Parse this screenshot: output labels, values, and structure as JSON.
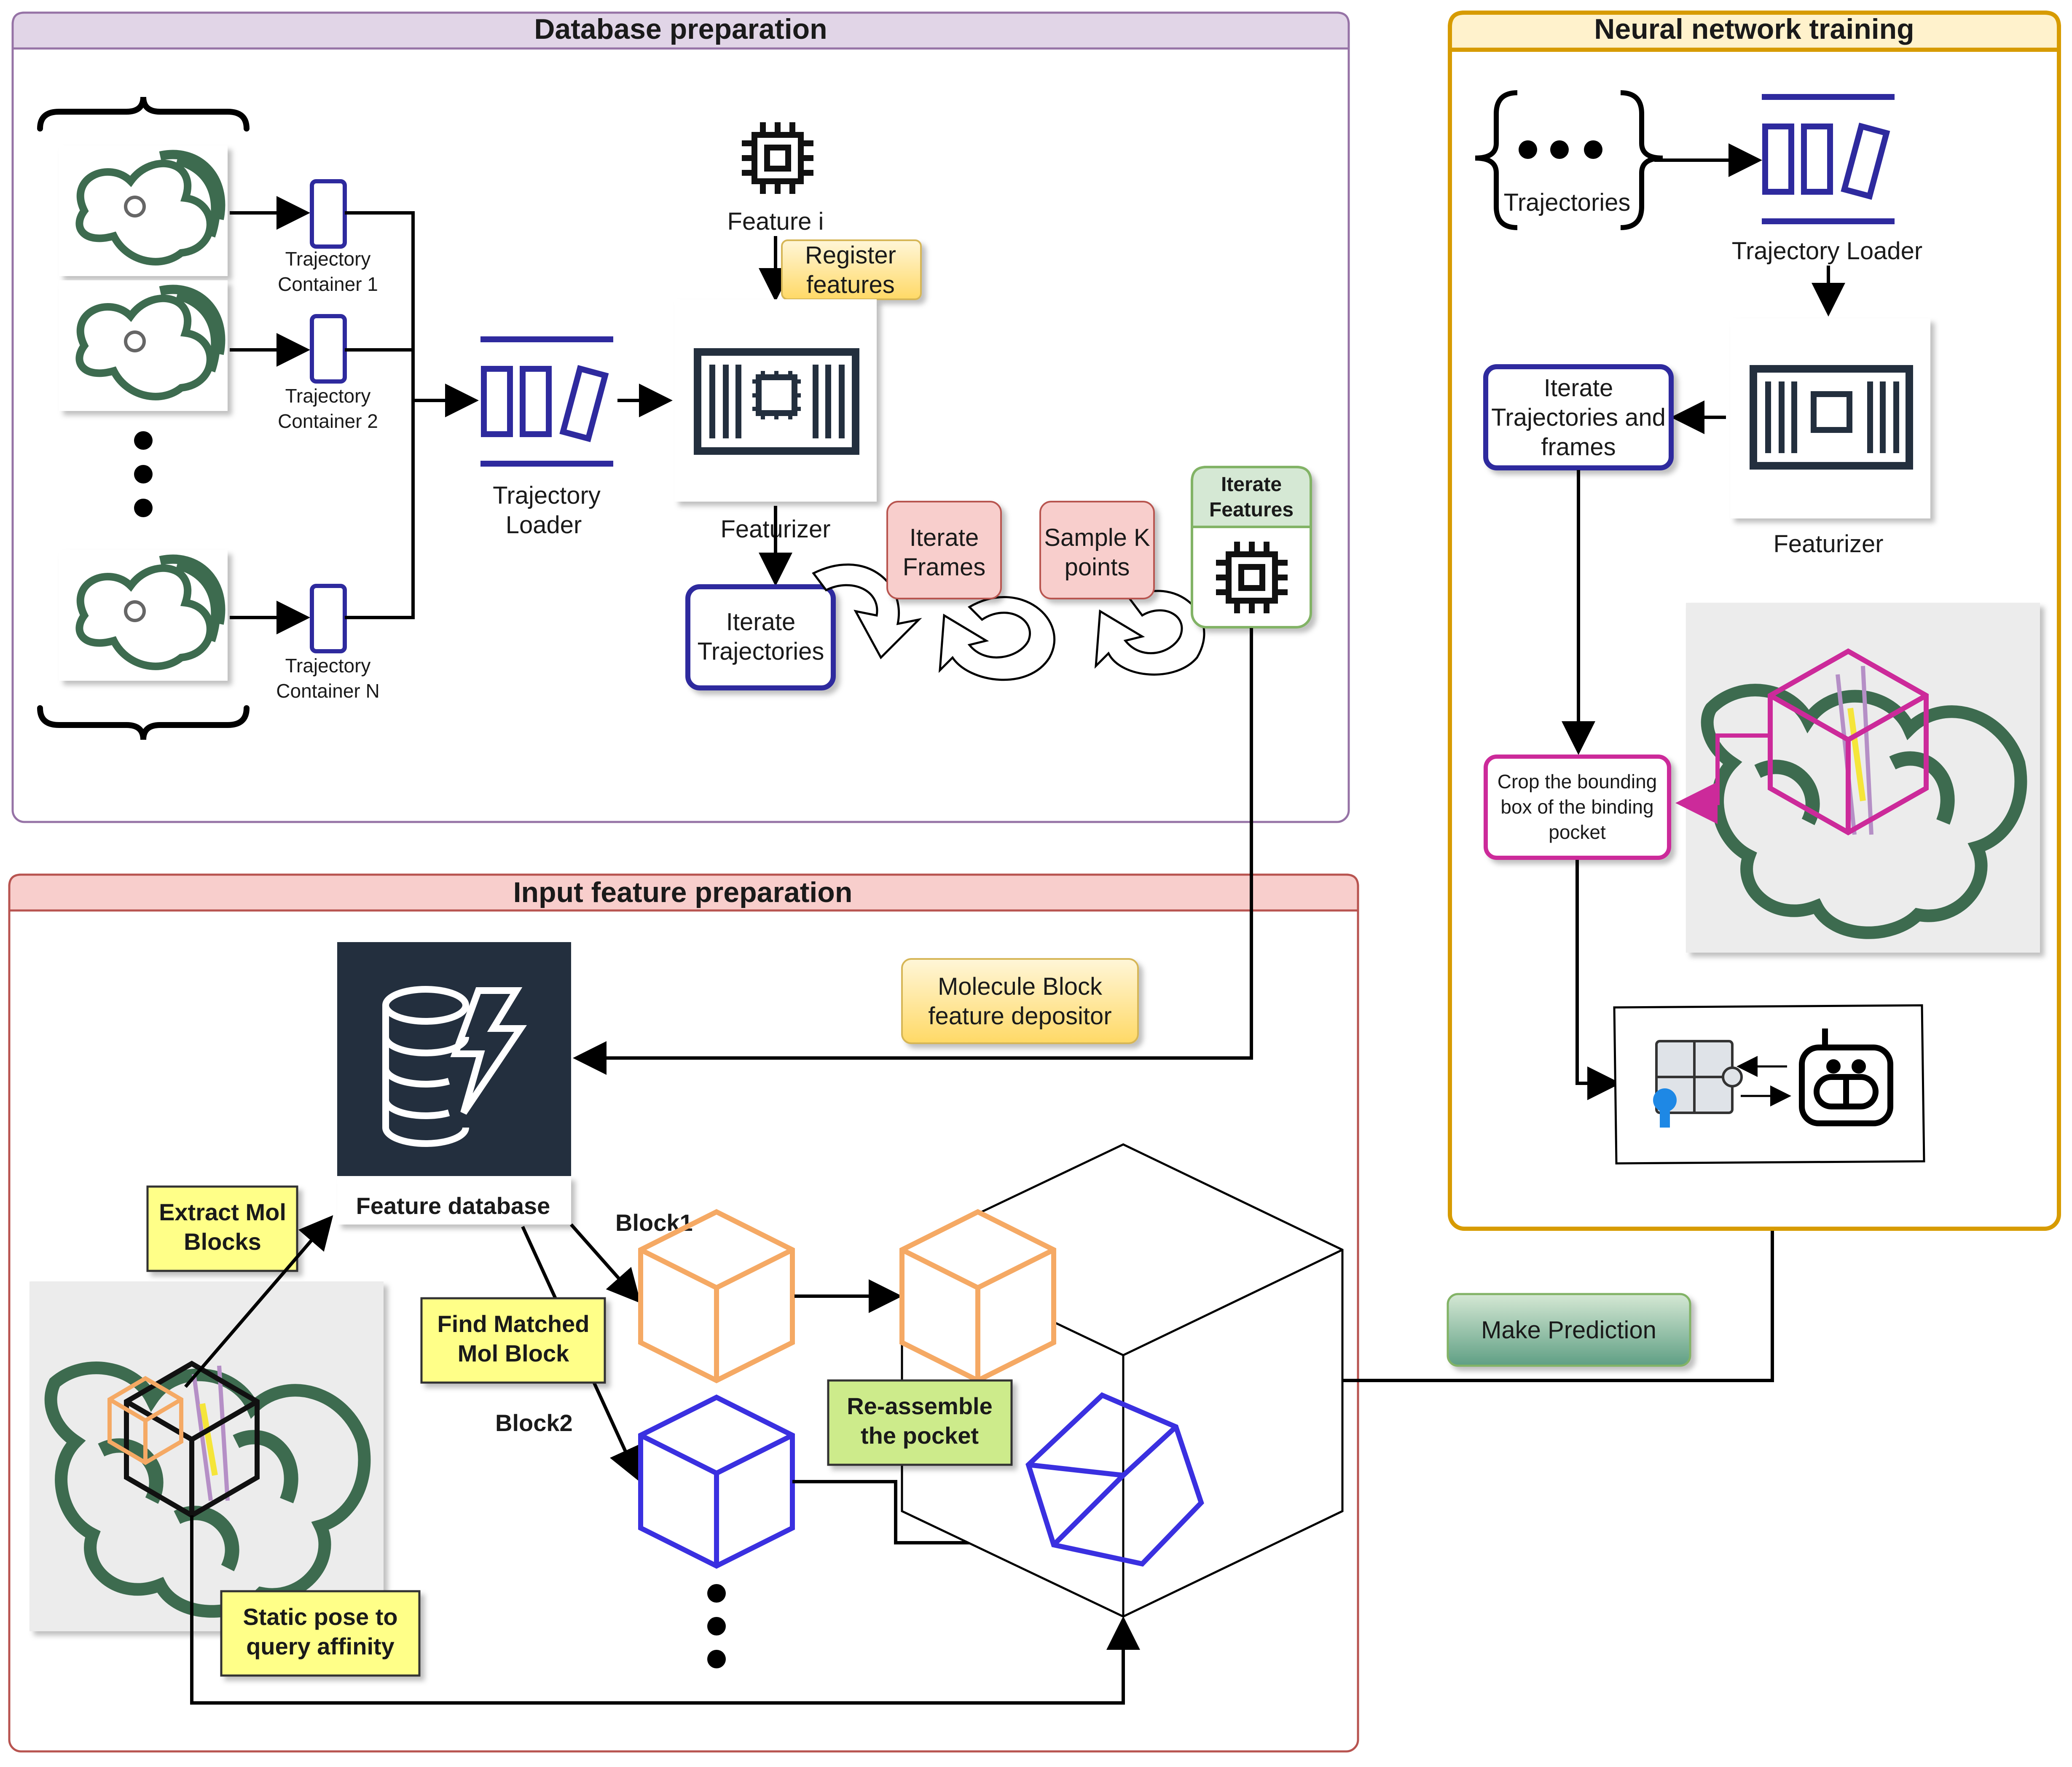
{
  "sections": {
    "database": {
      "title": "Database preparation",
      "fill": "#e1d5e7",
      "stroke": "#9673a6"
    },
    "input": {
      "title": "Input feature preparation",
      "fill": "#f8cecc",
      "stroke": "#b85450"
    },
    "training": {
      "title": "Neural network training",
      "fill": "#fff2cc",
      "stroke": "#d79b00"
    }
  },
  "database": {
    "containers": [
      {
        "line1": "Trajectory",
        "line2": "Container 1"
      },
      {
        "line1": "Trajectory",
        "line2": "Container 2"
      },
      {
        "line1": "Trajectory",
        "line2": "Container N"
      }
    ],
    "loader": {
      "line1": "Trajectory",
      "line2": "Loader"
    },
    "feature_i": "Feature i",
    "register": {
      "line1": "Register",
      "line2": "features"
    },
    "featurizer": "Featurizer",
    "iterate_traj": {
      "line1": "Iterate",
      "line2": "Trajectories"
    },
    "iterate_frames": {
      "line1": "Iterate",
      "line2": "Frames"
    },
    "sample_k": {
      "line1": "Sample K",
      "line2": "points"
    },
    "iterate_features": {
      "line1": "Iterate",
      "line2": "Features"
    }
  },
  "input": {
    "depositor": {
      "line1": "Molecule Block",
      "line2": "feature depositor"
    },
    "feature_db": "Feature database",
    "extract": {
      "line1": "Extract Mol",
      "line2": "Blocks"
    },
    "find": {
      "line1": "Find Matched",
      "line2": "Mol Block"
    },
    "block1": "Block1",
    "block2": "Block2",
    "reassemble": {
      "line1": "Re-assemble",
      "line2": "the pocket"
    },
    "static_pose": {
      "line1": "Static pose to",
      "line2": "query  affinity"
    }
  },
  "training": {
    "trajectories": "Trajectories",
    "loader": "Trajectory Loader",
    "featurizer": "Featurizer",
    "iterate": {
      "line1": "Iterate",
      "line2": "Trajectories and",
      "line3": "frames"
    },
    "crop": {
      "line1": "Crop the bounding",
      "line2": "box of the binding",
      "line3": "pocket"
    }
  },
  "make_prediction": "Make Prediction",
  "colors": {
    "navy": "#2e2a9e",
    "blue_cube": "#3a30e0",
    "orange_cube": "#f5a964",
    "magenta": "#cc2a9a",
    "protein_green": "#3d6b4f",
    "yellow_note": "#ffff88",
    "gradient_yellow": "#ffd966",
    "red_note": "#f8cecc",
    "green_note": "#d5e8d4",
    "lime_note": "#cdeb8b",
    "teal_button": "#82b89a",
    "dark_icon": "#232f3e"
  }
}
